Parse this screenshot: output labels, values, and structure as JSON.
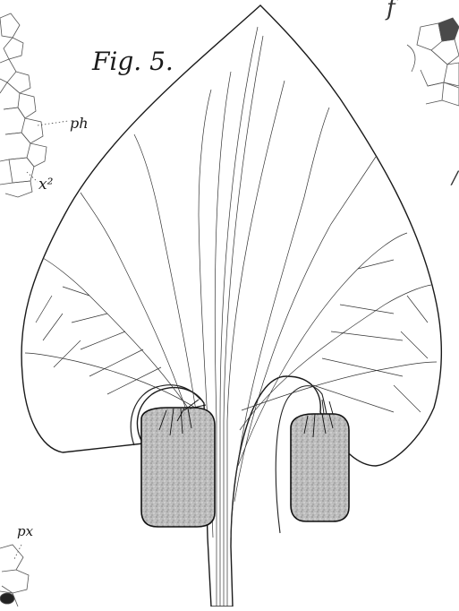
{
  "plate": {
    "figure_label": "Fig. 5.",
    "labels": {
      "ph": "ph",
      "x2": "x²",
      "px": "px"
    },
    "edge_fragments": {
      "top": "f",
      "right": "/"
    }
  }
}
